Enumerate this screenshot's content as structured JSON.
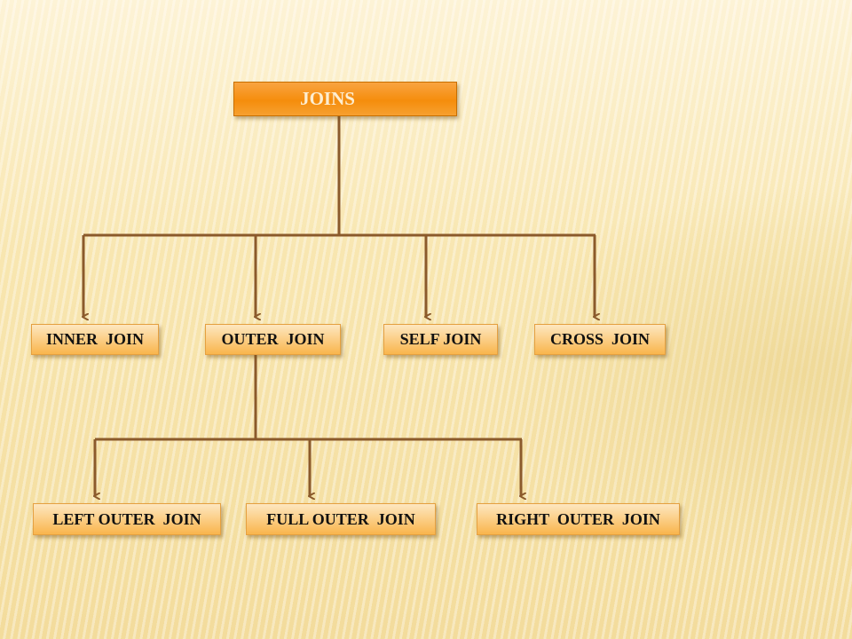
{
  "root": {
    "label": "JOINS"
  },
  "level1": [
    {
      "label": "INNER  JOIN"
    },
    {
      "label": "OUTER  JOIN"
    },
    {
      "label": "SELF JOIN"
    },
    {
      "label": "CROSS  JOIN"
    }
  ],
  "level2": [
    {
      "label": "LEFT OUTER  JOIN"
    },
    {
      "label": "FULL OUTER  JOIN"
    },
    {
      "label": "RIGHT  OUTER  JOIN"
    }
  ],
  "colors": {
    "connector": "#8b5a2b",
    "root_fill": "#f58d0c",
    "node_fill": "#fbc97a"
  }
}
